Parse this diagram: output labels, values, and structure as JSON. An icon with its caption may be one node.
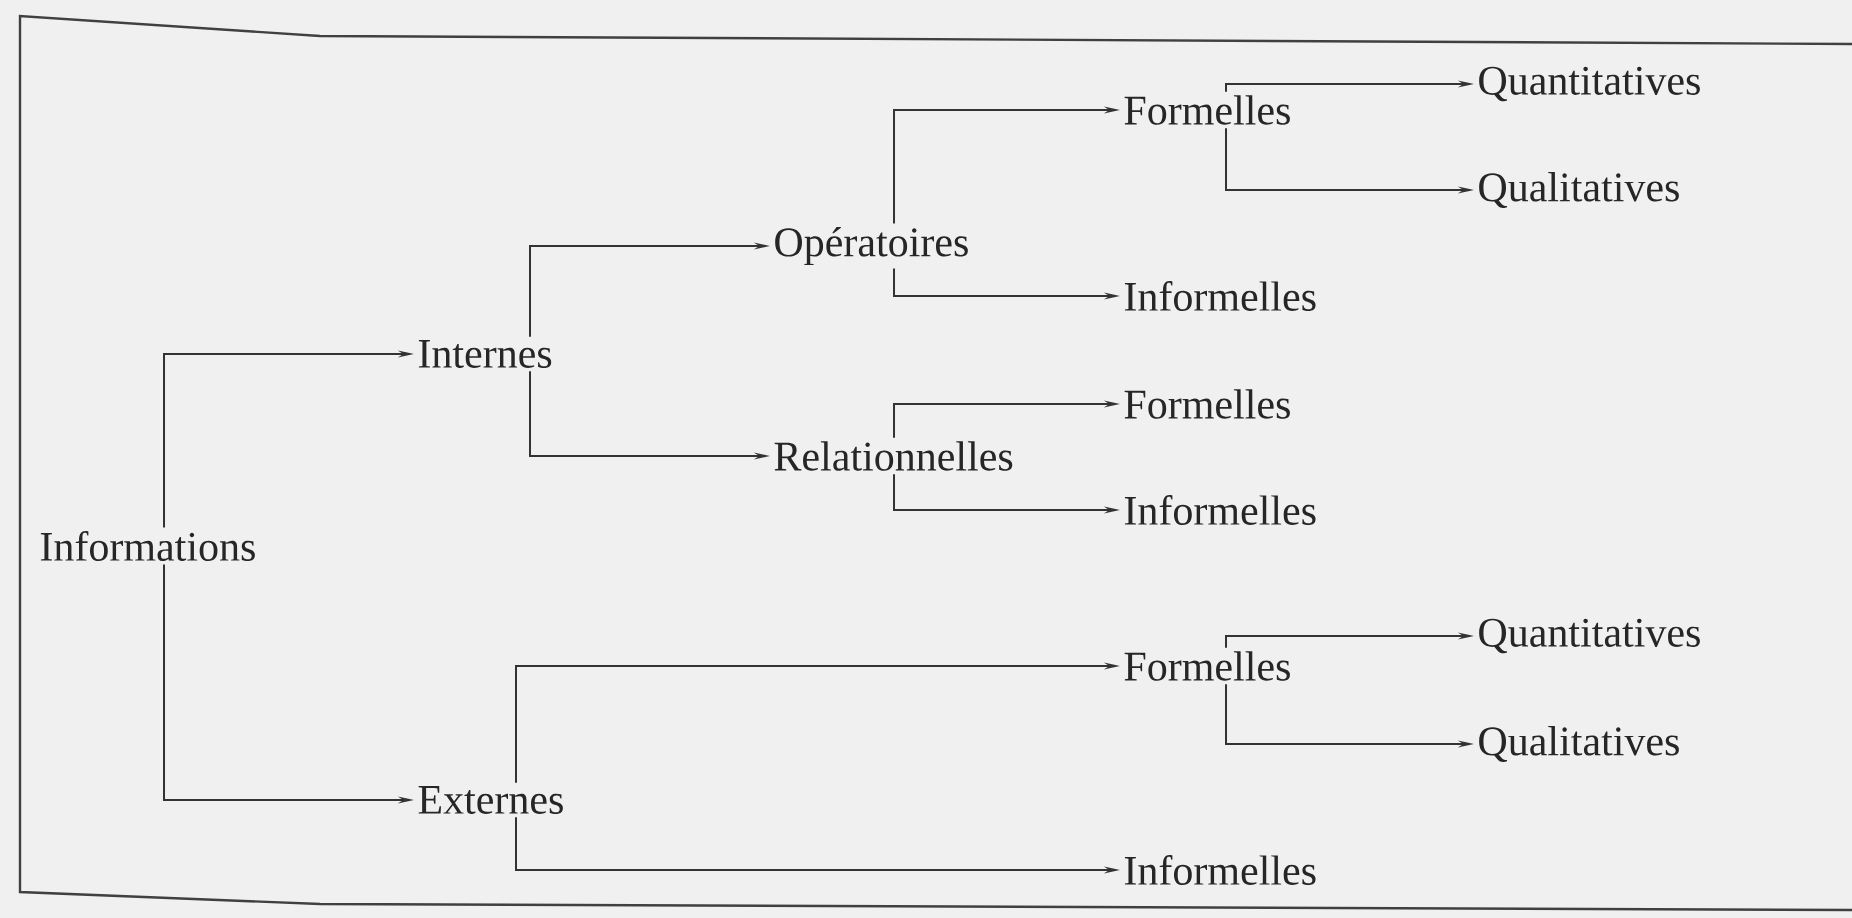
{
  "diagram": {
    "nodes": [
      {
        "text": [
          "Informations"
        ]
      },
      {
        "text": [
          "Internes"
        ]
      },
      {
        "text": [
          "Opératoires"
        ]
      },
      {
        "text": [
          "Formelles"
        ]
      },
      {
        "text": [
          "Quantitatives"
        ]
      },
      {
        "text": [
          "Qualitatives"
        ]
      },
      {
        "text": [
          "Informelles"
        ]
      },
      {
        "text": [
          "Relationnelles"
        ]
      },
      {
        "text": [
          "Formelles"
        ]
      },
      {
        "text": [
          "Informelles"
        ]
      },
      {
        "text": [
          "Externes"
        ]
      },
      {
        "text": [
          "Formelles"
        ]
      },
      {
        "text": [
          "Quantitatives"
        ]
      },
      {
        "text": [
          "Qualitatives"
        ]
      },
      {
        "text": [
          "Informelles"
        ]
      }
    ],
    "edges": [
      {
        "from": 0,
        "to": 1,
        "arrow": "to"
      },
      {
        "from": 0,
        "to": 10,
        "arrow": "to"
      },
      {
        "from": 1,
        "to": 2,
        "arrow": "to"
      },
      {
        "from": 1,
        "to": 7,
        "arrow": "to"
      },
      {
        "from": 2,
        "to": 3,
        "arrow": "to"
      },
      {
        "from": 2,
        "to": 6,
        "arrow": "to"
      },
      {
        "from": 3,
        "to": 4,
        "arrow": "to"
      },
      {
        "from": 3,
        "to": 5,
        "arrow": "to"
      },
      {
        "from": 7,
        "to": 8,
        "arrow": "to"
      },
      {
        "from": 7,
        "to": 9,
        "arrow": "to"
      },
      {
        "from": 10,
        "to": 11,
        "arrow": "to"
      },
      {
        "from": 10,
        "to": 14,
        "arrow": "to"
      },
      {
        "from": 11,
        "to": 12,
        "arrow": "to"
      },
      {
        "from": 11,
        "to": 13,
        "arrow": "to"
      }
    ]
  }
}
